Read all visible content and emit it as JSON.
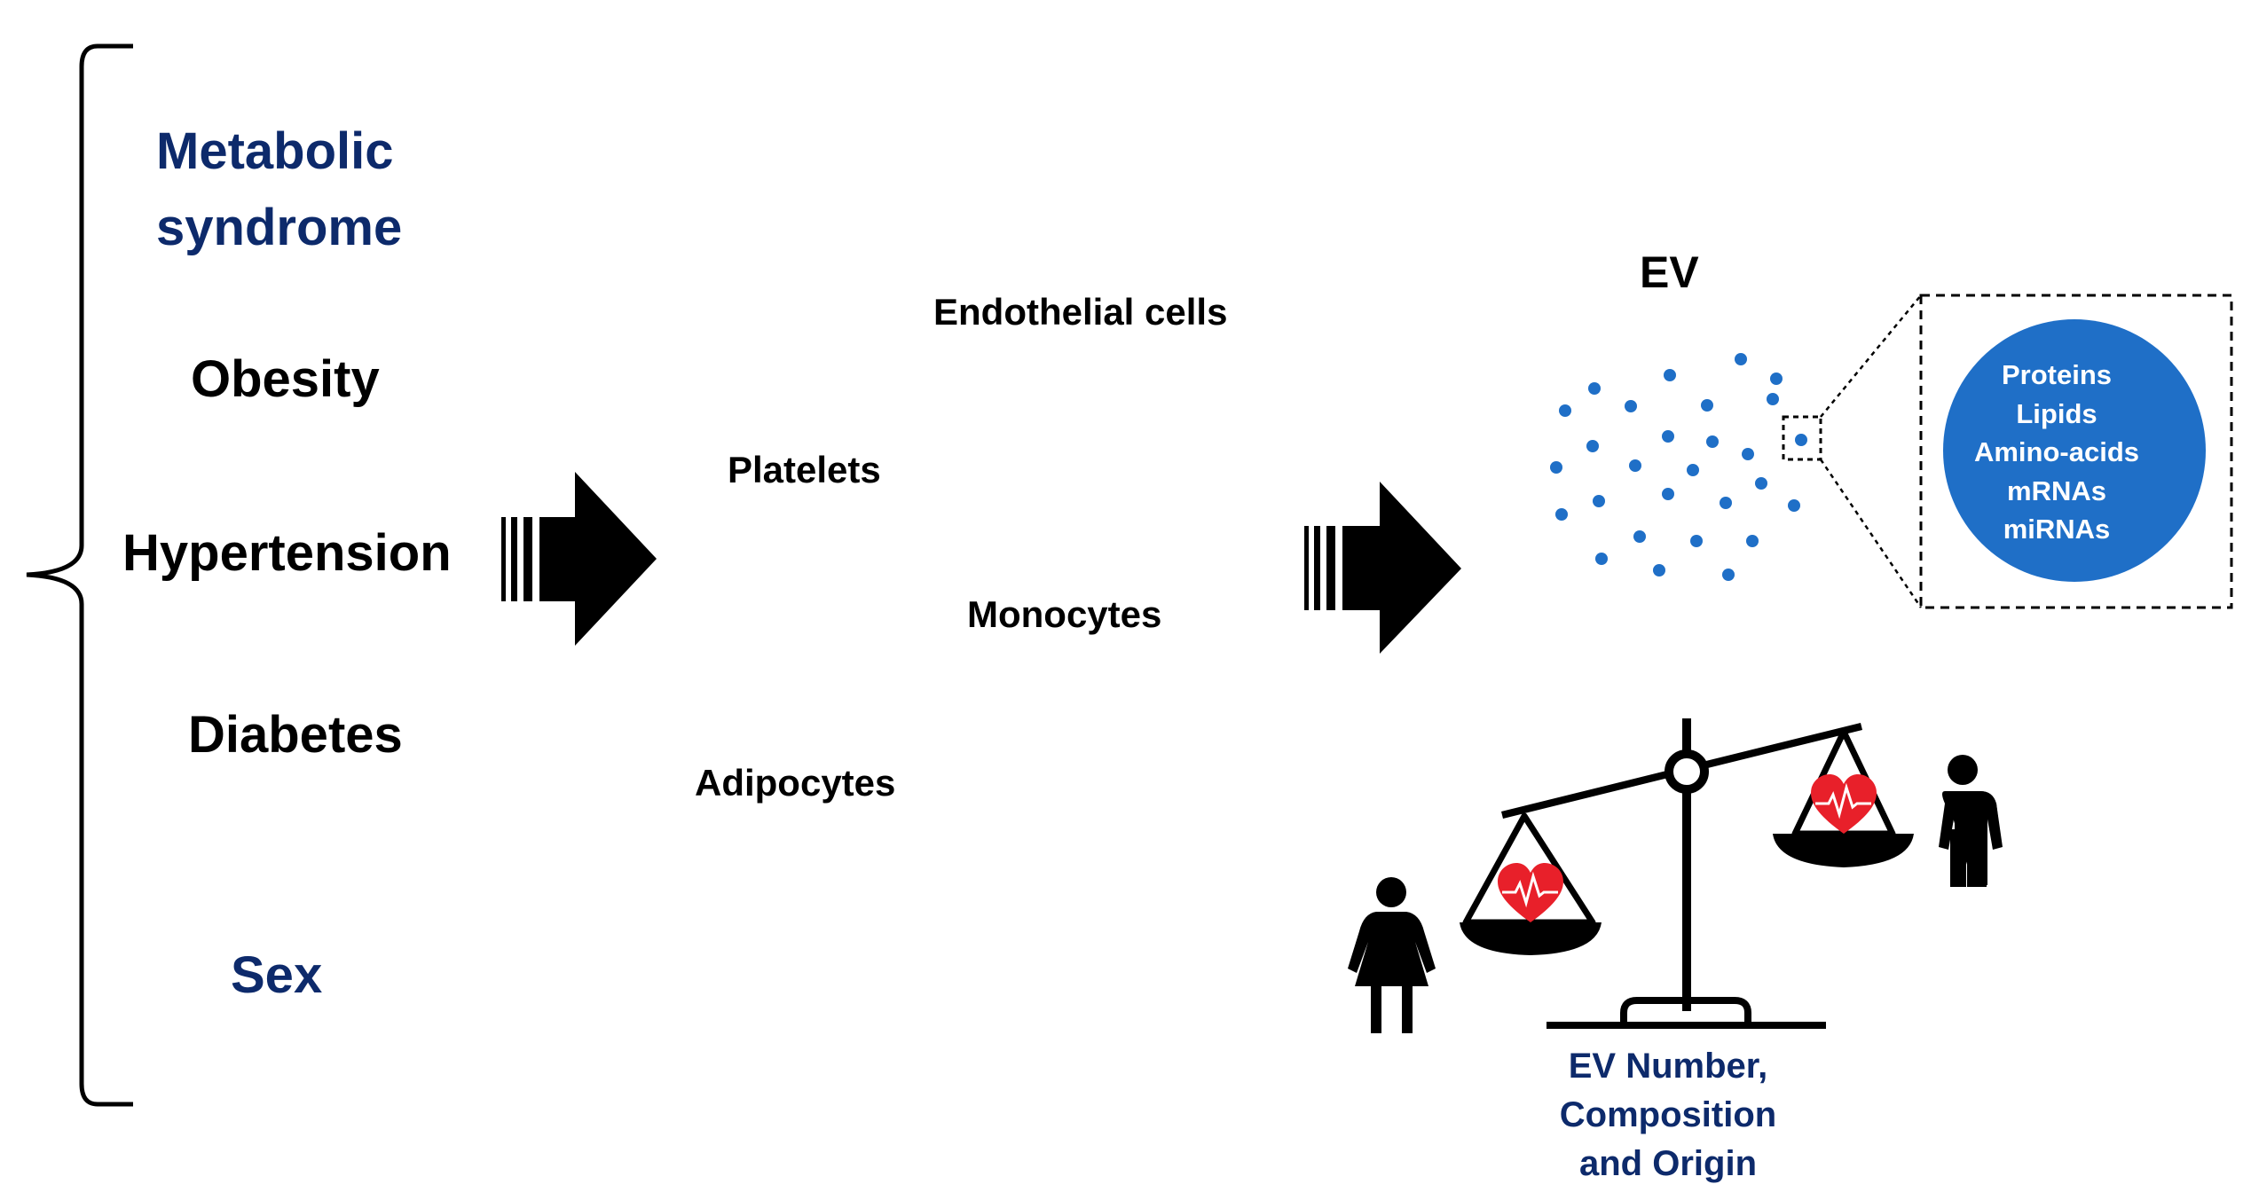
{
  "conditions": {
    "metabolic_syndrome_line1": "Metabolic",
    "metabolic_syndrome_line2": "syndrome",
    "obesity": "Obesity",
    "hypertension": "Hypertension",
    "diabetes": "Diabetes",
    "sex": "Sex"
  },
  "cell_sources": {
    "endothelial": "Endothelial cells",
    "platelets": "Platelets",
    "monocytes": "Monocytes",
    "adipocytes": "Adipocytes"
  },
  "ev": {
    "label": "EV",
    "cargo": [
      "Proteins",
      "Lipids",
      "Amino-acids",
      "mRNAs",
      "miRNAs"
    ]
  },
  "caption": {
    "line1": "EV Number,",
    "line2": "Composition",
    "line3": "and Origin"
  },
  "colors": {
    "navy_text": "#0d2a6b",
    "ev_blue": "#1f6fc7",
    "heart_red": "#e8202a"
  }
}
